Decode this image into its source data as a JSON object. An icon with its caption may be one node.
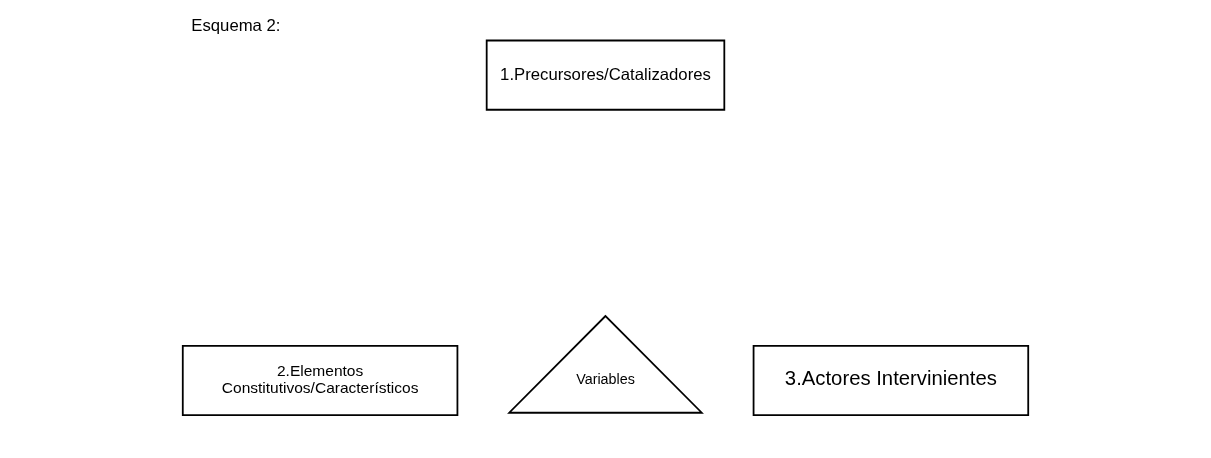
{
  "diagram": {
    "title": "Esquema 2:",
    "nodes": [
      {
        "text": [
          "1.Precursores/Catalizadores"
        ]
      },
      {
        "text": [
          "2.Elementos Constitutivos/Característicos"
        ]
      },
      {
        "text": [
          "Variables"
        ]
      },
      {
        "text": [
          "3.Actores Intervinientes"
        ]
      }
    ]
  }
}
